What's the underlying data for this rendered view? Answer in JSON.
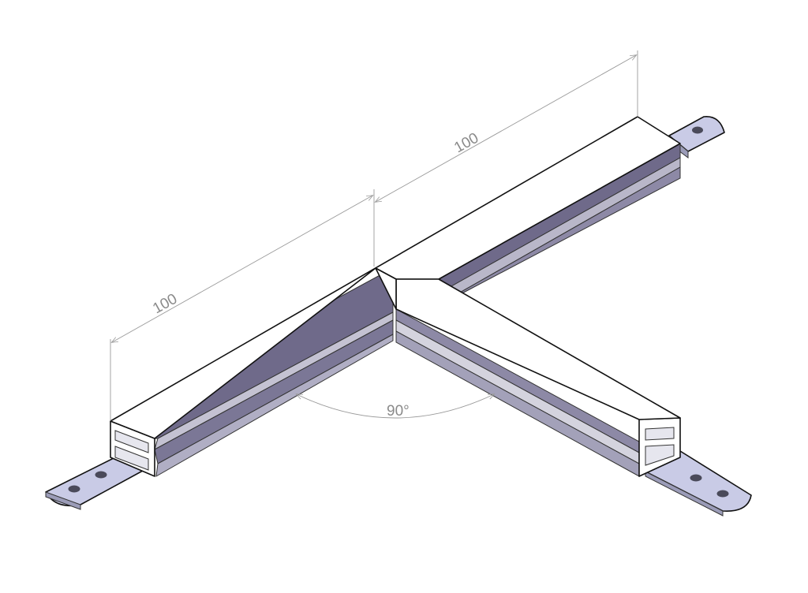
{
  "dimensions": {
    "left_arm_length": "100",
    "right_arm_length": "100",
    "angle": "90°"
  },
  "colors": {
    "top_face": "#ffffff",
    "side_dark": "#6f6a8a",
    "side_mid": "#8d89a6",
    "side_light": "#b9b7c9",
    "side_pale": "#d4d3de",
    "bracket": "#c9cbe6",
    "dimension_line": "#9a9a9a",
    "outline": "#111111"
  }
}
